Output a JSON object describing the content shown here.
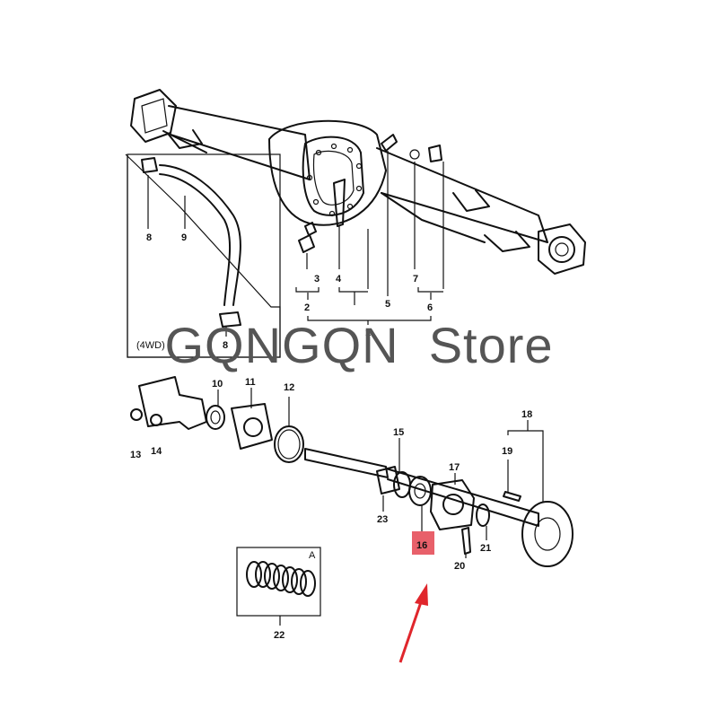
{
  "labels": {
    "n1": "1",
    "n2": "2",
    "n3": "3",
    "n4": "4",
    "n5": "5",
    "n6": "6",
    "n7": "7",
    "n8a": "8",
    "n8b": "8",
    "n9": "9",
    "n10": "10",
    "n11": "11",
    "n12": "12",
    "n13": "13",
    "n14": "14",
    "n15": "15",
    "n16": "16",
    "n17": "17",
    "n18": "18",
    "n19": "19",
    "n20": "20",
    "n21": "21",
    "n22": "22",
    "n23": "23",
    "boxA": "A",
    "variant": "(4WD)"
  },
  "watermark": "GQNGQN  Store",
  "colors": {
    "highlight": "#e8606a",
    "arrow": "#e0262c",
    "line": "#111111"
  }
}
